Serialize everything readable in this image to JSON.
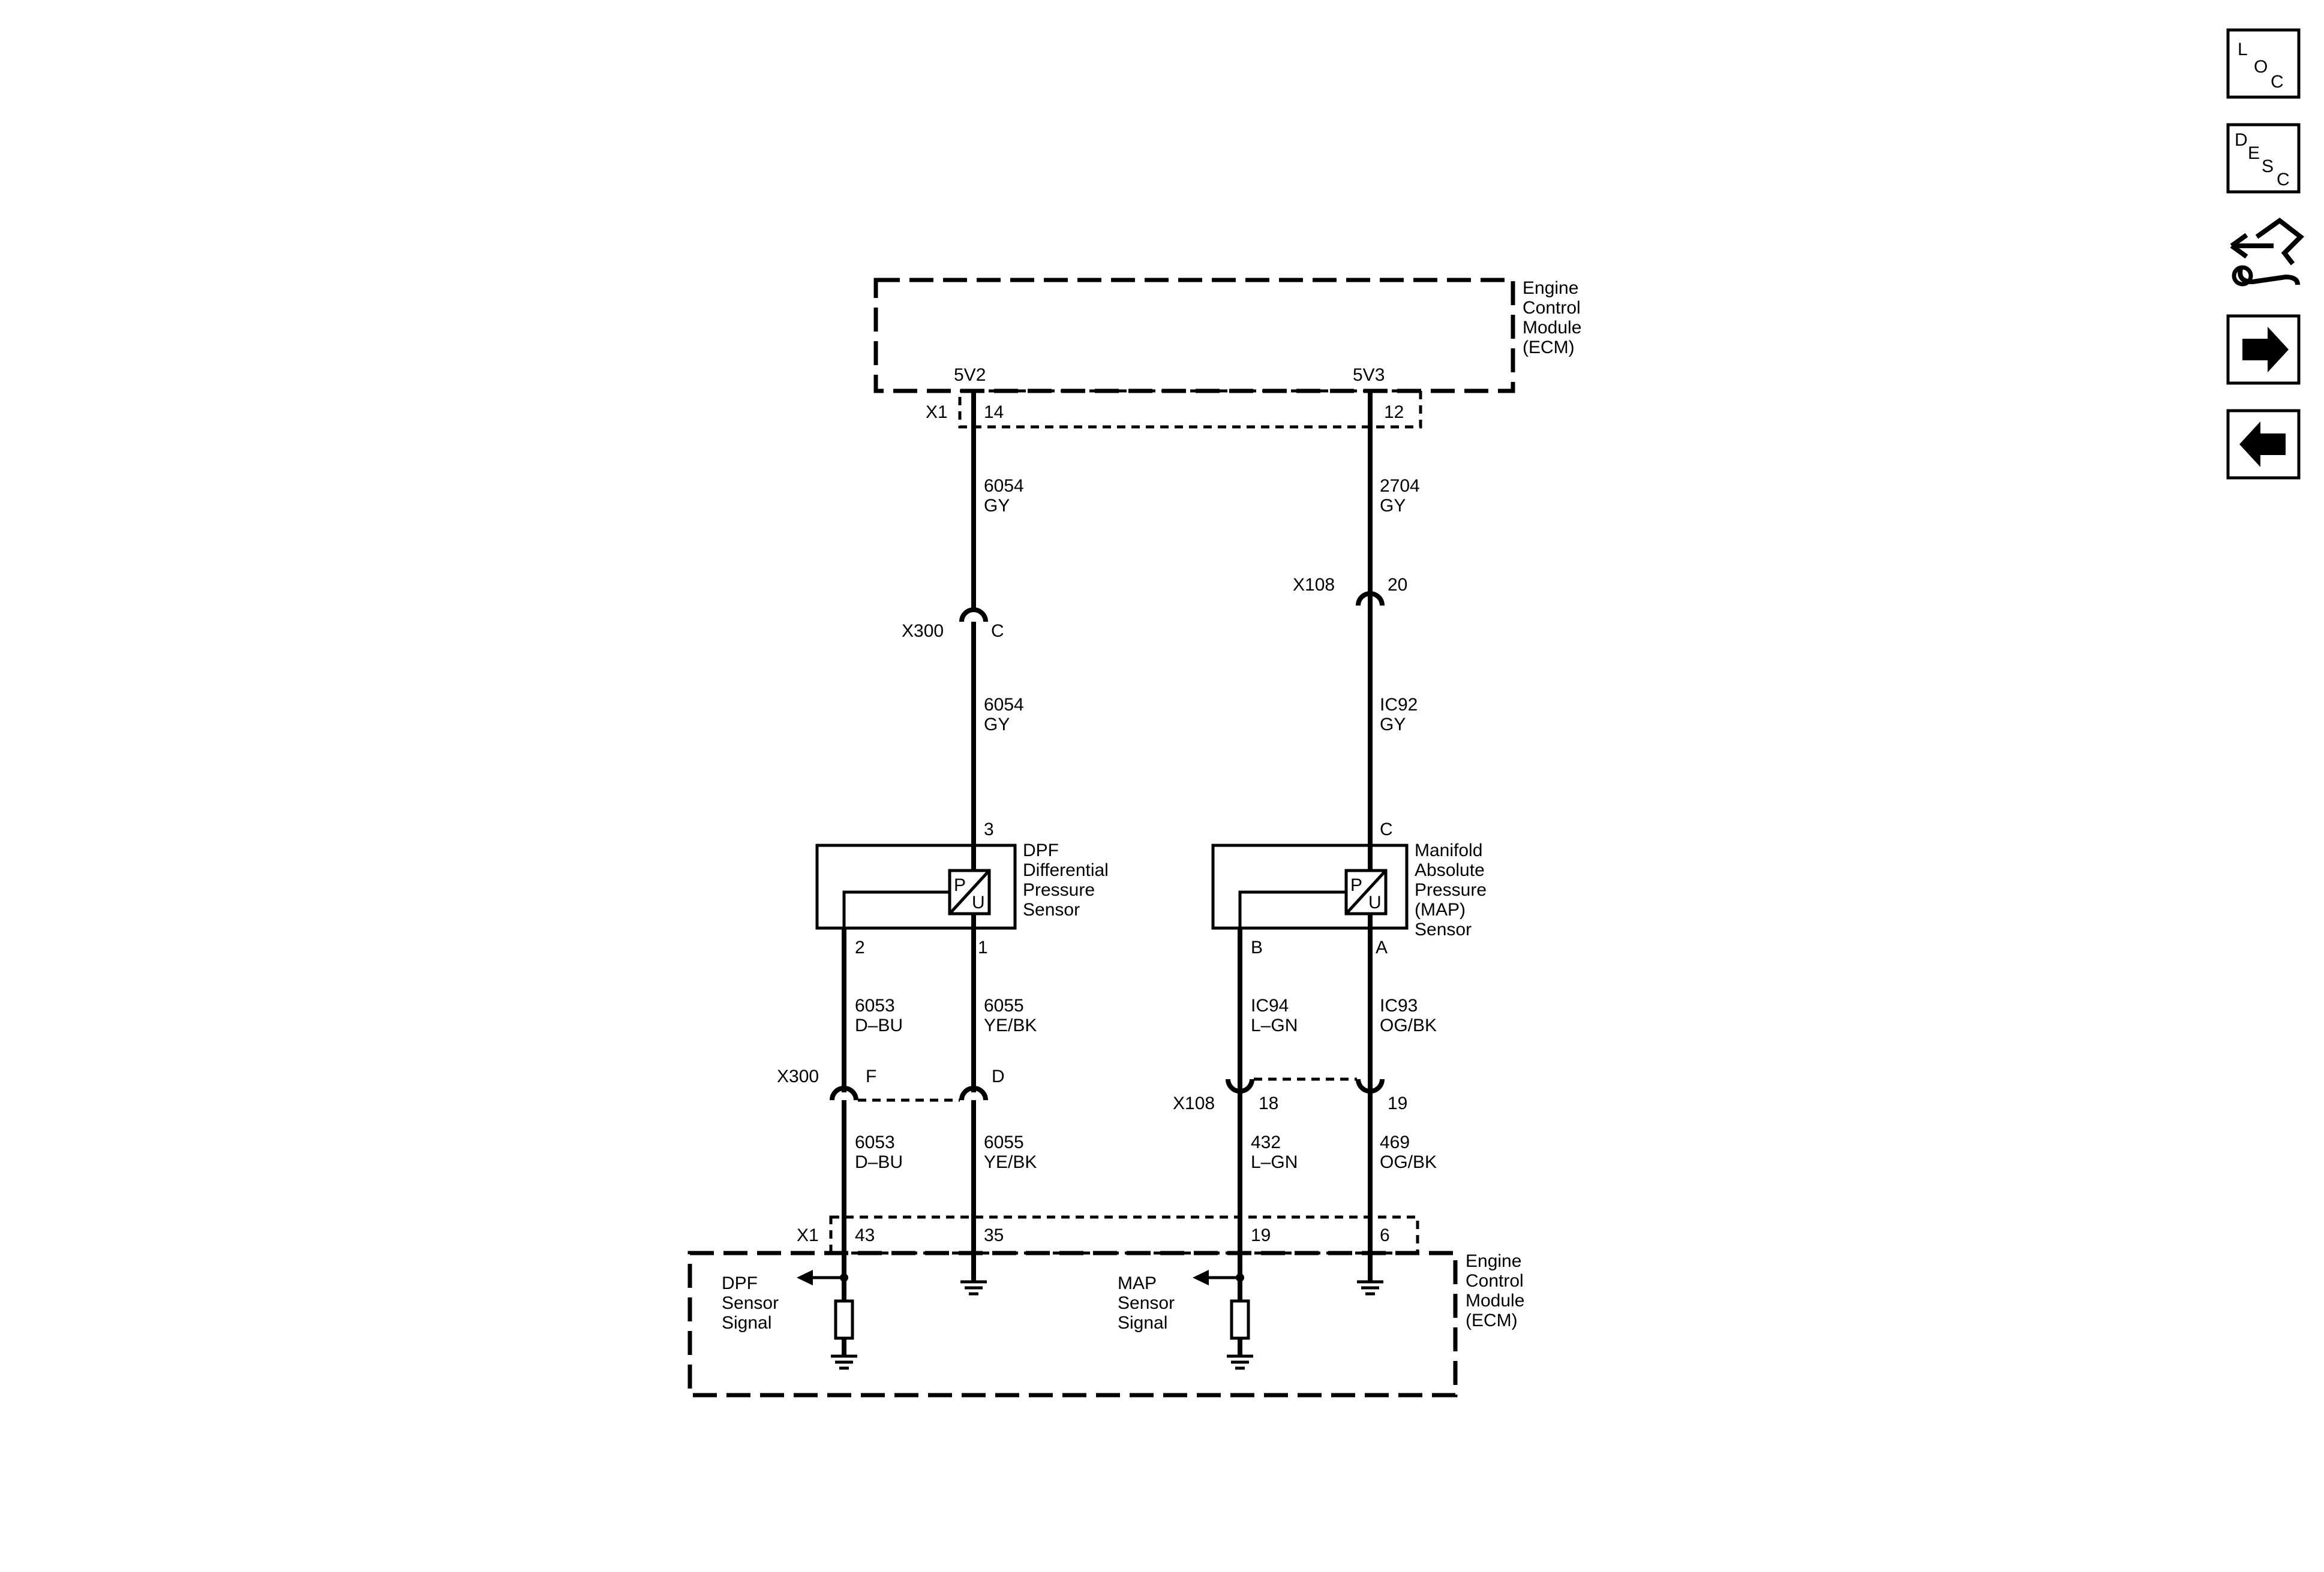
{
  "ecm_top": {
    "name": [
      "Engine",
      "Control",
      "Module",
      "(ECM)"
    ],
    "pin_left_label": "5V2",
    "pin_right_label": "5V3",
    "connector": "X1",
    "pin_left": "14",
    "pin_right": "12"
  },
  "wires": {
    "w6054_top": [
      "6054",
      "GY"
    ],
    "w2704": [
      "2704",
      "GY"
    ],
    "w6054_mid": [
      "6054",
      "GY"
    ],
    "wIC92": [
      "IC92",
      "GY"
    ],
    "w6053_top": [
      "6053",
      "D–BU"
    ],
    "w6055_top": [
      "6055",
      "YE/BK"
    ],
    "wIC94": [
      "IC94",
      "L–GN"
    ],
    "wIC93": [
      "IC93",
      "OG/BK"
    ],
    "w6053_bot": [
      "6053",
      "D–BU"
    ],
    "w6055_bot": [
      "6055",
      "YE/BK"
    ],
    "w432": [
      "432",
      "L–GN"
    ],
    "w469": [
      "469",
      "OG/BK"
    ]
  },
  "connectors": {
    "x300_c": {
      "name": "X300",
      "pin": "C"
    },
    "x108_20": {
      "name": "X108",
      "pin": "20"
    },
    "x300_fd": {
      "name": "X300",
      "pin_left": "F",
      "pin_right": "D"
    },
    "x108_1819": {
      "name": "X108",
      "pin_left": "18",
      "pin_right": "19"
    }
  },
  "dpf_sensor": {
    "name": [
      "DPF",
      "Differential",
      "Pressure",
      "Sensor"
    ],
    "pin_top": "3",
    "pin_bl": "2",
    "pin_br": "1",
    "symbol_p": "P",
    "symbol_u": "U"
  },
  "map_sensor": {
    "name": [
      "Manifold",
      "Absolute",
      "Pressure",
      "(MAP)",
      "Sensor"
    ],
    "pin_top": "C",
    "pin_bl": "B",
    "pin_br": "A",
    "symbol_p": "P",
    "symbol_u": "U"
  },
  "ecm_bottom": {
    "name": [
      "Engine",
      "Control",
      "Module",
      "(ECM)"
    ],
    "connector": "X1",
    "pins": [
      "43",
      "35",
      "19",
      "6"
    ],
    "dpf_signal": [
      "DPF",
      "Sensor",
      "Signal"
    ],
    "map_signal": [
      "MAP",
      "Sensor",
      "Signal"
    ]
  },
  "side_icons": {
    "loc": [
      "L",
      "O",
      "C"
    ],
    "desc": [
      "D",
      "E",
      "S",
      "C"
    ],
    "icons": [
      "component-views-icon",
      "next-page-icon",
      "previous-page-icon"
    ]
  }
}
